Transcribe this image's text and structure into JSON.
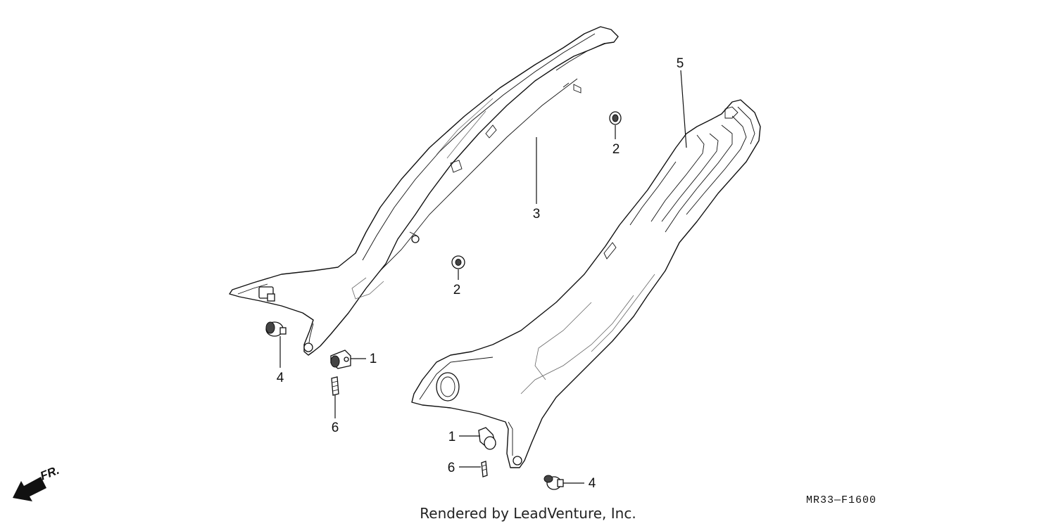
{
  "callouts": {
    "c1a": "1",
    "c1b": "1",
    "c2a": "2",
    "c2b": "2",
    "c3": "3",
    "c4a": "4",
    "c4b": "4",
    "c5": "5",
    "c6a": "6",
    "c6b": "6"
  },
  "direction_label": "FR.",
  "diagram_code": "MR33—F1600",
  "credit": "Rendered by LeadVenture, Inc."
}
